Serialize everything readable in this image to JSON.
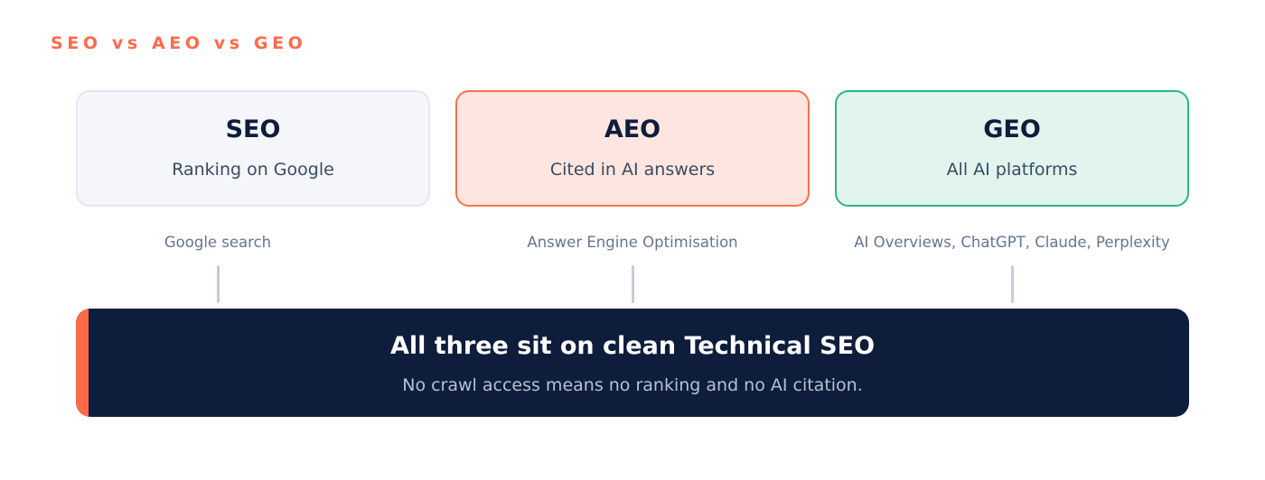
{
  "eyebrow": "SEO vs AEO vs GEO",
  "pillars": [
    {
      "title": "SEO",
      "subtitle": "Ranking on Google",
      "caption": "Google search"
    },
    {
      "title": "AEO",
      "subtitle": "Cited in AI answers",
      "caption": "Answer Engine Optimisation"
    },
    {
      "title": "GEO",
      "subtitle": "All AI platforms",
      "caption": "AI Overviews, ChatGPT, Claude, Perplexity"
    }
  ],
  "foundation": {
    "title": "All three sit on clean Technical SEO",
    "subtitle": "No crawl access means no ranking and no AI citation."
  },
  "colors": {
    "accent": "#ff6b4a",
    "navy": "#0e1d3c",
    "aeo_border": "#f4714f",
    "aeo_fill": "#fde6df",
    "geo_border": "#2eb482",
    "geo_fill": "#e1f5ee",
    "seo_border": "#e4e7ee",
    "seo_fill": "#f4f6f9"
  }
}
